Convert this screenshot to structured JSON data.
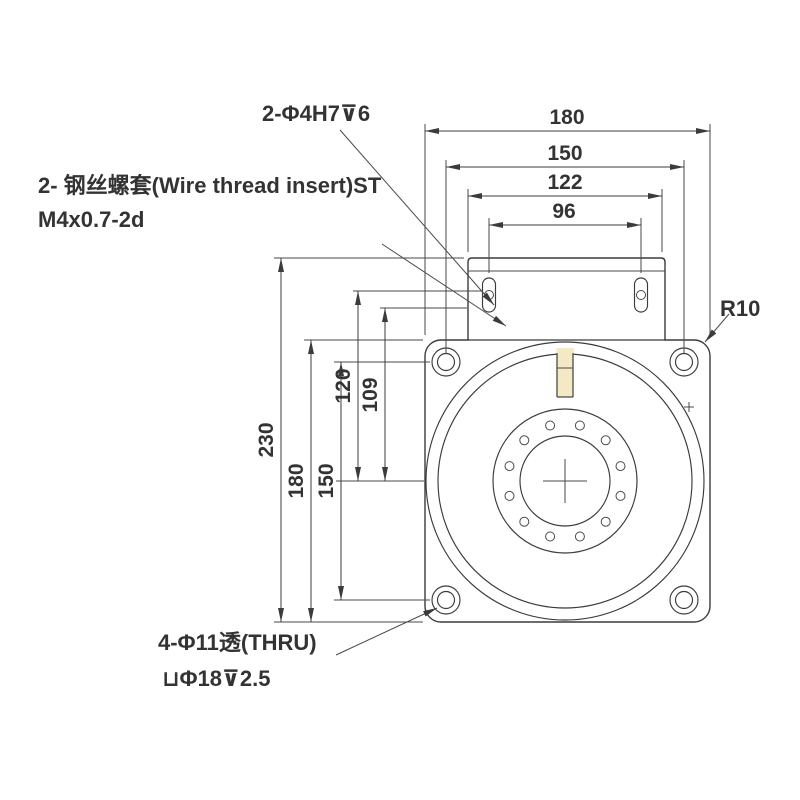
{
  "colors": {
    "background": "#ffffff",
    "body_fill": "#f3e9c4",
    "line": "#3b3b3b",
    "text": "#333333"
  },
  "dimensions": {
    "top_width": "180",
    "hole_spacing_h": "150",
    "slot_outer_spacing": "122",
    "slot_center_spacing": "96",
    "total_height": "230",
    "plate_height": "180",
    "hole_spacing_v": "150",
    "insert_to_center": "120",
    "hole_to_center": "109"
  },
  "labels": {
    "tap_holes": "2-Φ4H7⊽6",
    "wire_insert_line1": "2- 钢丝螺套(Wire thread insert)ST",
    "wire_insert_line2": "M4x0.7-2d",
    "corner_radius": "R10",
    "thru_holes_line1": "4-Φ11透(THRU)",
    "thru_holes_line2": "⊔Φ18⊽2.5"
  }
}
